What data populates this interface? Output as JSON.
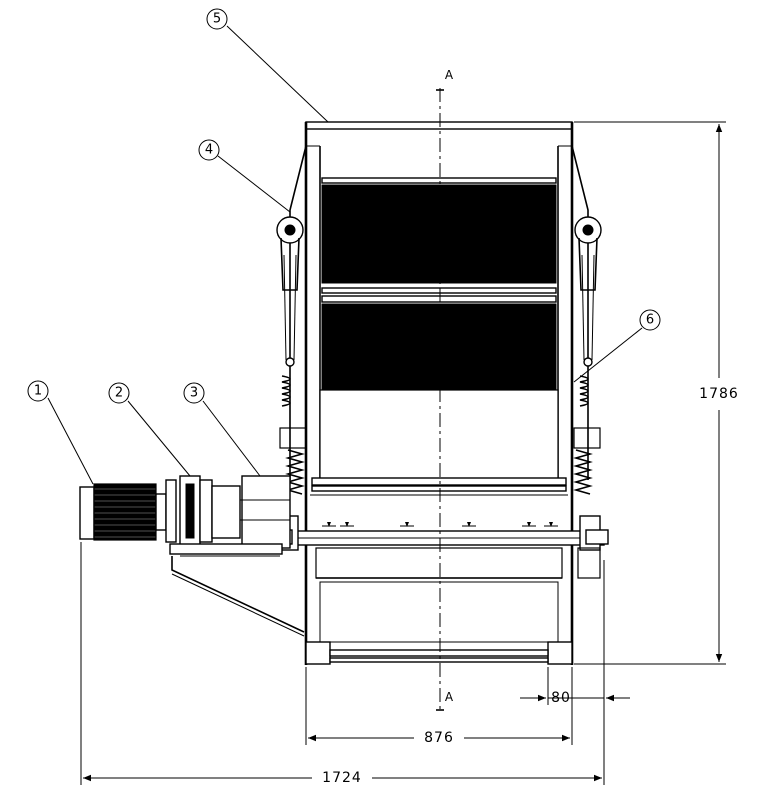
{
  "callouts": [
    {
      "id": "1",
      "label": "1"
    },
    {
      "id": "2",
      "label": "2"
    },
    {
      "id": "3",
      "label": "3"
    },
    {
      "id": "4",
      "label": "4"
    },
    {
      "id": "5",
      "label": "5"
    },
    {
      "id": "6",
      "label": "6"
    }
  ],
  "section": {
    "top_label": "A",
    "bottom_label": "A"
  },
  "dimensions": {
    "height": "1786",
    "inner_width": "876",
    "overall_width": "1724",
    "offset": "80"
  }
}
